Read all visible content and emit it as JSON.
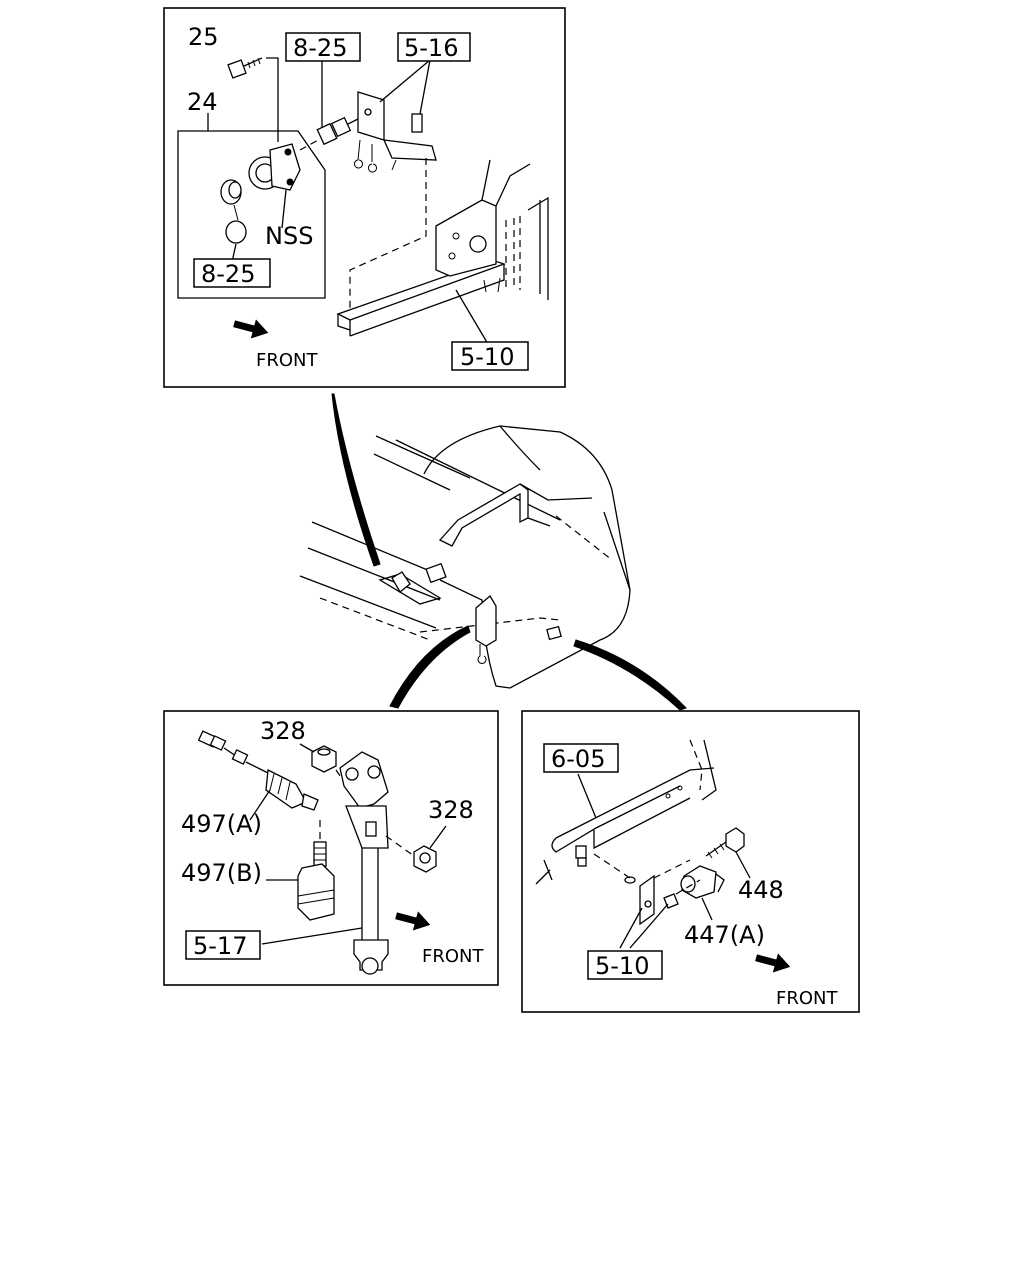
{
  "panels": {
    "top": {
      "callouts": {
        "ref_8_25_top": "8-25",
        "ref_5_16": "5-16",
        "part_25": "25",
        "part_24": "24",
        "nss": "NSS",
        "ref_8_25_bottom": "8-25",
        "ref_5_10": "5-10",
        "front": "FRONT"
      }
    },
    "bottom_left": {
      "callouts": {
        "part_328_top": "328",
        "part_328_right": "328",
        "part_497a": "497(A)",
        "part_497b": "497(B)",
        "ref_5_17": "5-17",
        "front": "FRONT"
      }
    },
    "bottom_right": {
      "callouts": {
        "ref_6_05": "6-05",
        "part_448": "448",
        "part_447a": "447(A)",
        "ref_5_10": "5-10",
        "front": "FRONT"
      }
    }
  },
  "icons": {
    "front_arrow": "front-arrow-icon"
  }
}
